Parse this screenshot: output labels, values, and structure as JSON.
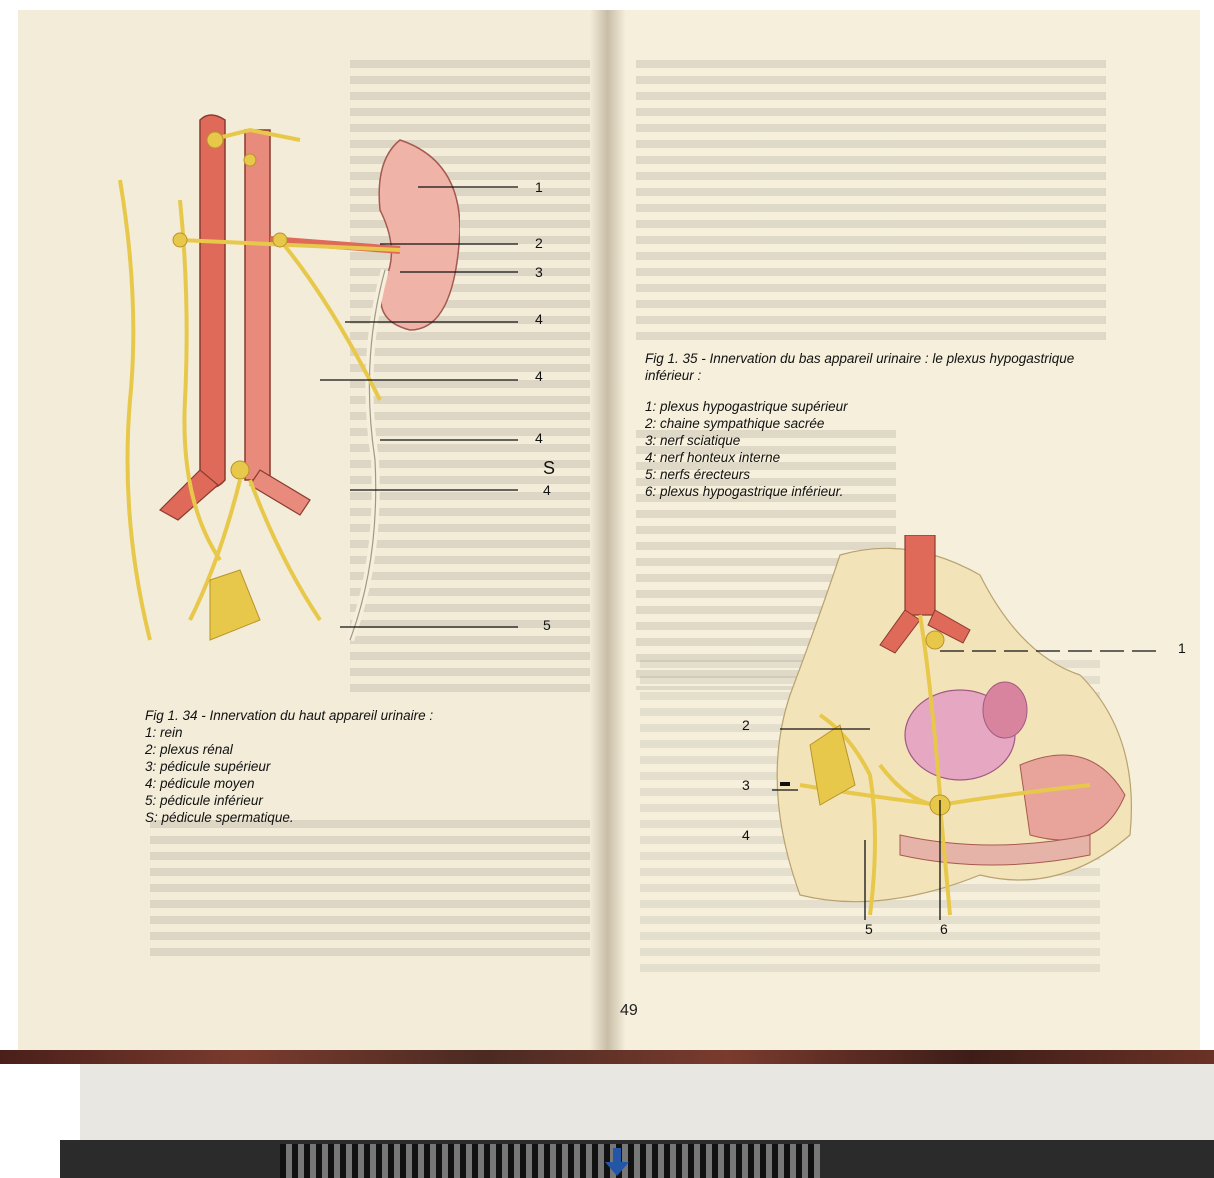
{
  "page_number": "49",
  "fig34": {
    "title": "Fig 1. 34 - Innervation du haut appareil urinaire :",
    "legend": [
      "1: rein",
      "2: plexus rénal",
      "3: pédicule supérieur",
      "4: pédicule moyen",
      "5: pédicule inférieur",
      "S: pédicule spermatique."
    ],
    "labels": [
      "1",
      "2",
      "3",
      "4",
      "4",
      "4",
      "S",
      "4",
      "5"
    ]
  },
  "fig35": {
    "title": "Fig 1. 35 - Innervation du bas appareil urinaire : le plexus hypogastrique inférieur :",
    "legend": [
      "1: plexus hypogastrique supérieur",
      "2: chaine sympathique sacrée",
      "3: nerf sciatique",
      "4: nerf honteux interne",
      "5: nerfs érecteurs",
      "6: plexus hypogastrique inférieur."
    ],
    "labels": [
      "1",
      "2",
      "3",
      "4",
      "5",
      "6"
    ]
  },
  "colors": {
    "page": "#f2ecd9",
    "artery": "#e06a5a",
    "nerve": "#e8c84a",
    "kidney": "#f0b3a8"
  }
}
